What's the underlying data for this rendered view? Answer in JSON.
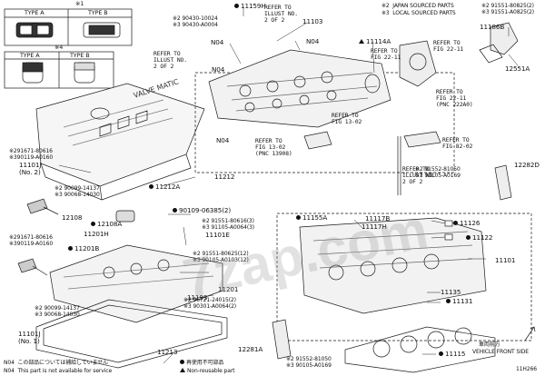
{
  "type_boxes": {
    "ref_mark": "※1",
    "type_a": "TYPE A",
    "type_b": "TYPE B",
    "ref_mark_4": "※4"
  },
  "legend": {
    "mark_2": "※2  JAPAN SOURCED PARTS",
    "mark_3": "※3  LOCAL SOURCED PARTS",
    "n04_jp": "N04  この部品については補給していません",
    "n04_en": "N04  This part is not available for service",
    "non_reuse_jp": "再使用不可部品",
    "non_reuse_en": "Non-reusable part",
    "vehicle_front_jp": "車両前方",
    "vehicle_front_en": "VEHICLE FRONT SIDE",
    "diagram_id": "11H266",
    "watermark": "7zap.com"
  },
  "refer": {
    "r1": "REFER TO\nILLUST NO.\n2 OF 2",
    "r2": "REFER TO\nILLUST NO.\n2 OF 2",
    "r3": "REFER TO\nFIG 22-11",
    "r4": "REFER TO\nFIG 22-11",
    "r5": "REFER TO\nFIG 22-11\n(PNC 222A0)",
    "r6": "REFER TO\nFIG 13-02",
    "r7": "REFER TO\nFIG 13-02\n(PNC 13908)",
    "r8": "REFER TO\nFIG 82-02",
    "r9": "REFER TO\nILLUST NO.\n2 OF 2"
  },
  "parts": {
    "p11159H": "11159H",
    "p90430a": "※2 90430-10024\n※3 90430-A0004",
    "p11103": "11103",
    "n04_a": "N04",
    "n04_b": "N04",
    "n04_c": "N04",
    "n04_d": "N04",
    "p11114A": "11114A",
    "p91551a": "※2 91551-80825(2)\n※3 91551-A0825(2)",
    "p11186B": "11186B",
    "p12551A": "12551A",
    "p291671": "※291671-80616\n※390119-A0160",
    "p11101J_top": "11101J\n(No. 2)",
    "p90099a": "※2 90099-14137\n※3 90068-14030",
    "p12108": "12108",
    "p12108A": "12108A",
    "p11201H": "11201H",
    "p391671": "※291671-80616\n※390119-A0160",
    "p11201B": "11201B",
    "p90099b": "※2 90099-14137\n※3 90068-14030",
    "p11101J_bot": "11101J\n(No. 1)",
    "p11212A": "11212A",
    "p11212": "11212",
    "p90109": "90109-06385(2)",
    "p91551b": "※2 91551-80616(3)\n※3 91105-A0064(3)",
    "p11101E": "11101E",
    "p91551c": "※2 91551-80625(12)\n※3 90105-A0103(12)",
    "p11201": "11201",
    "p11193": "11193",
    "p96721": "※2 96721-24015(2)\n※3 90301-A0064(2)",
    "p11213": "11213",
    "p91552a": "※2 91552-81050\n※3 90105-A0169",
    "p12282D": "12282D",
    "p11155A": "11155A",
    "p11117B": "11117B",
    "p11117H": "11117H",
    "p11126": "11126",
    "p11122": "11122",
    "p11101": "11101",
    "p11135": "11135",
    "p11131": "11131",
    "p12281A": "12281A",
    "p91552b": "※2 91552-81050\n※3 90105-A0169",
    "p11115": "11115"
  }
}
